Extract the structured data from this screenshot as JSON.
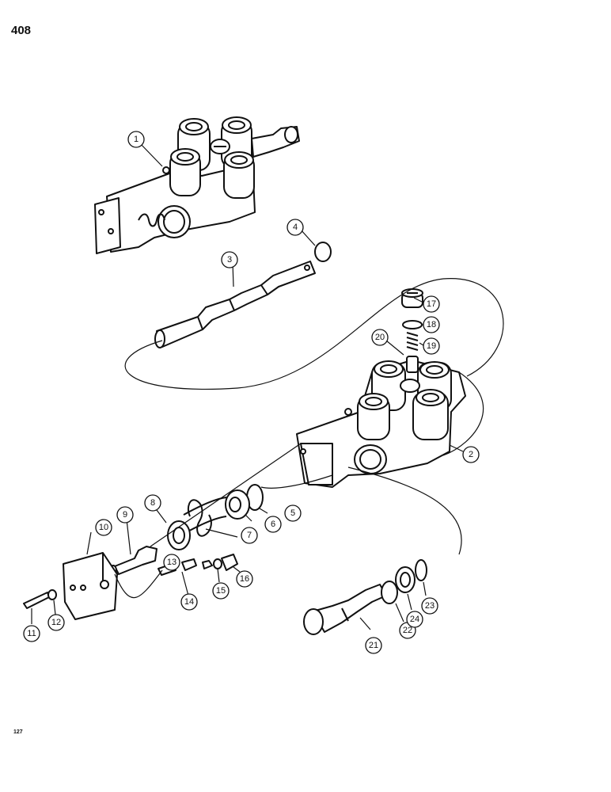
{
  "page": {
    "number": "408",
    "figure_code": "127"
  },
  "callouts": [
    "1",
    "2",
    "3",
    "4",
    "5",
    "6",
    "7",
    "8",
    "9",
    "10",
    "11",
    "12",
    "13",
    "14",
    "15",
    "16",
    "17",
    "18",
    "19",
    "20",
    "21",
    "22",
    "23",
    "24"
  ],
  "colors": {
    "ink": "#111111",
    "paper": "#ffffff",
    "shade": "#cfcfcf"
  }
}
